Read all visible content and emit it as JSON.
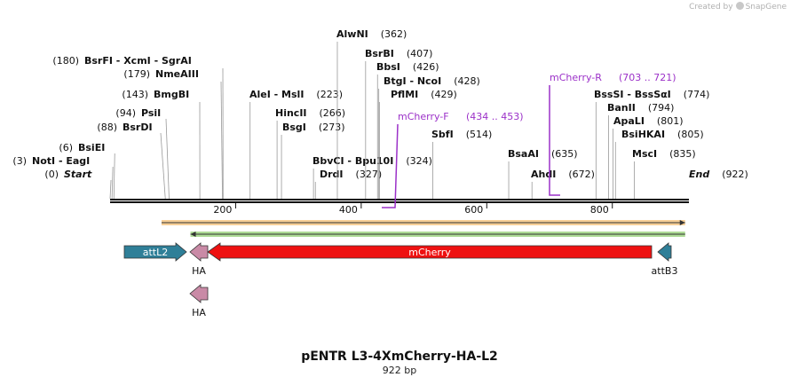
{
  "credit": {
    "prefix": "Created by",
    "brand": "SnapGene"
  },
  "plasmid": {
    "name": "pENTR L3-4XmCherry-HA-L2",
    "length_label": "922 bp",
    "length": 922
  },
  "colors": {
    "enzyme": "#000000",
    "primer": "#9b30c8",
    "attL2": "#2f7f98",
    "HA": "#c98aa6",
    "mCherry": "#ee1111",
    "attB3": "#2f7f98",
    "orange_bar": "#f0a030",
    "green_bar": "#5db82d"
  },
  "axis": {
    "ticks": [
      200,
      400,
      600,
      800
    ]
  },
  "left_enzymes": [
    {
      "pos_label": "(0)",
      "name": "Start",
      "bp": 0,
      "style": "italic"
    },
    {
      "pos_label": "(3)",
      "name": "NotI - EagI",
      "bp": 3
    },
    {
      "pos_label": "(6)",
      "name": "BsiEI",
      "bp": 6
    },
    {
      "pos_label": "(88)",
      "name": "BsrDI",
      "bp": 88
    },
    {
      "pos_label": "(94)",
      "name": "PsiI",
      "bp": 94
    },
    {
      "pos_label": "(143)",
      "name": "BmgBI",
      "bp": 143
    },
    {
      "pos_label": "(179)",
      "name": "NmeAIII",
      "bp": 179
    },
    {
      "pos_label": "(180)",
      "name": "BsrFI - XcmI - SgrAI",
      "bp": 180
    }
  ],
  "mid_enzymes": [
    {
      "name": "DrdI",
      "pos_label": "(327)",
      "bp": 327
    },
    {
      "name": "BbvCI - Bpu10I",
      "pos_label": "(324)",
      "bp": 324
    },
    {
      "name": "BsgI",
      "pos_label": "(273)",
      "bp": 273
    },
    {
      "name": "HincII",
      "pos_label": "(266)",
      "bp": 266
    },
    {
      "name": "AleI - MslI",
      "pos_label": "(223)",
      "bp": 223
    },
    {
      "name": "PflMI",
      "pos_label": "(429)",
      "bp": 429
    },
    {
      "name": "BtgI - NcoI",
      "pos_label": "(428)",
      "bp": 428
    },
    {
      "name": "BbsI",
      "pos_label": "(426)",
      "bp": 426
    },
    {
      "name": "BsrBI",
      "pos_label": "(407)",
      "bp": 407
    },
    {
      "name": "AlwNI",
      "pos_label": "(362)",
      "bp": 362
    },
    {
      "name": "SbfI",
      "pos_label": "(514)",
      "bp": 514
    },
    {
      "name": "BsaAI",
      "pos_label": "(635)",
      "bp": 635
    },
    {
      "name": "AhdI",
      "pos_label": "(672)",
      "bp": 672
    },
    {
      "name": "BssSI - BssSαI",
      "pos_label": "(774)",
      "bp": 774
    },
    {
      "name": "BanII",
      "pos_label": "(794)",
      "bp": 794
    },
    {
      "name": "ApaLI",
      "pos_label": "(801)",
      "bp": 801
    },
    {
      "name": "BsiHKAI",
      "pos_label": "(805)",
      "bp": 805
    },
    {
      "name": "MscI",
      "pos_label": "(835)",
      "bp": 835
    },
    {
      "name": "End",
      "pos_label": "(922)",
      "bp": 922,
      "style": "italic"
    }
  ],
  "primers": [
    {
      "name": "mCherry-F",
      "range_label": "(434 .. 453)",
      "start": 434,
      "end": 453,
      "strand": "forward"
    },
    {
      "name": "mCherry-R",
      "range_label": "(703 .. 721)",
      "start": 703,
      "end": 721,
      "strand": "reverse"
    }
  ],
  "features": [
    {
      "name": "attL2",
      "start": 25,
      "end": 125,
      "direction": "right",
      "label_inside": true
    },
    {
      "name": "HA",
      "start": 128,
      "end": 156,
      "direction": "left",
      "label_inside": false,
      "row": 0
    },
    {
      "name": "mCherry",
      "start": 161,
      "end": 872,
      "direction": "left",
      "label_inside": true
    },
    {
      "name": "attB3",
      "start": 878,
      "end": 900,
      "direction": "left",
      "label_inside": false
    },
    {
      "name": "HA",
      "start": 128,
      "end": 156,
      "direction": "left",
      "label_inside": false,
      "row": 1
    }
  ],
  "orfs": [
    {
      "start": 82,
      "end": 916,
      "direction": "right",
      "color": "orange"
    },
    {
      "start": 128,
      "end": 916,
      "direction": "left",
      "color": "green"
    }
  ]
}
